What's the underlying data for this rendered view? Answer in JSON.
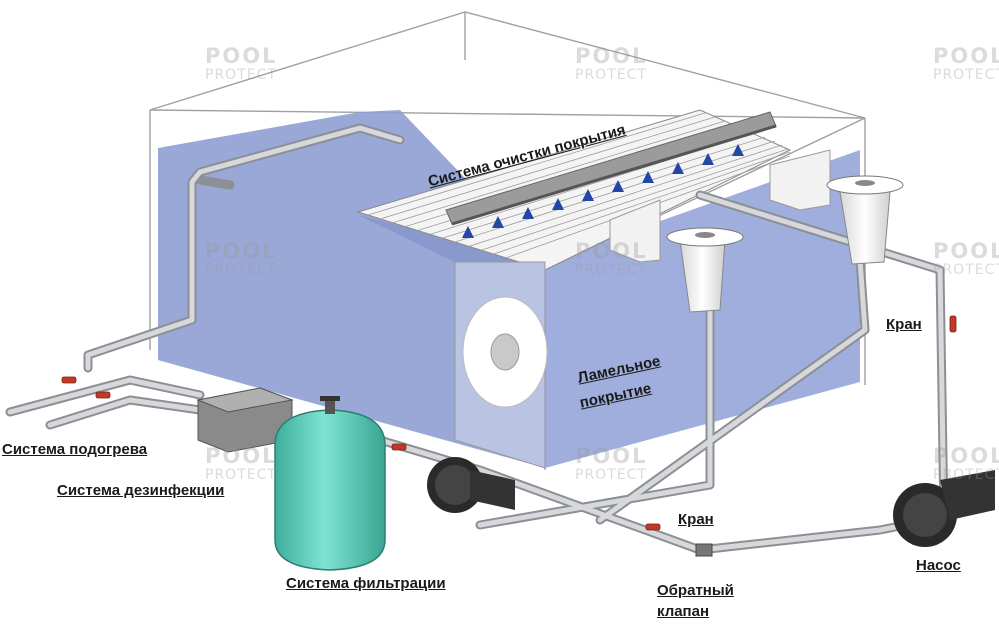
{
  "watermark": {
    "line1": "POOL",
    "line2": "PROTECT"
  },
  "labels": {
    "heating": "Система подогрева",
    "disinfection": "Система дезинфекции",
    "filtration": "Система фильтрации",
    "cleaning": "Система очистки покрытия",
    "slat_cover_1": "Ламельное",
    "slat_cover_2": "покрытие",
    "valve_right": "Кран",
    "valve_middle": "Кран",
    "check_valve_1": "Обратный",
    "check_valve_2": "клапан",
    "pump": "Насос"
  },
  "colors": {
    "water": "#8e9fd2",
    "pipe": "#c9ccd0",
    "filter_tank": "#58c9b6",
    "nozzle": "#2346a8",
    "valve_handle": "#c0392b"
  }
}
